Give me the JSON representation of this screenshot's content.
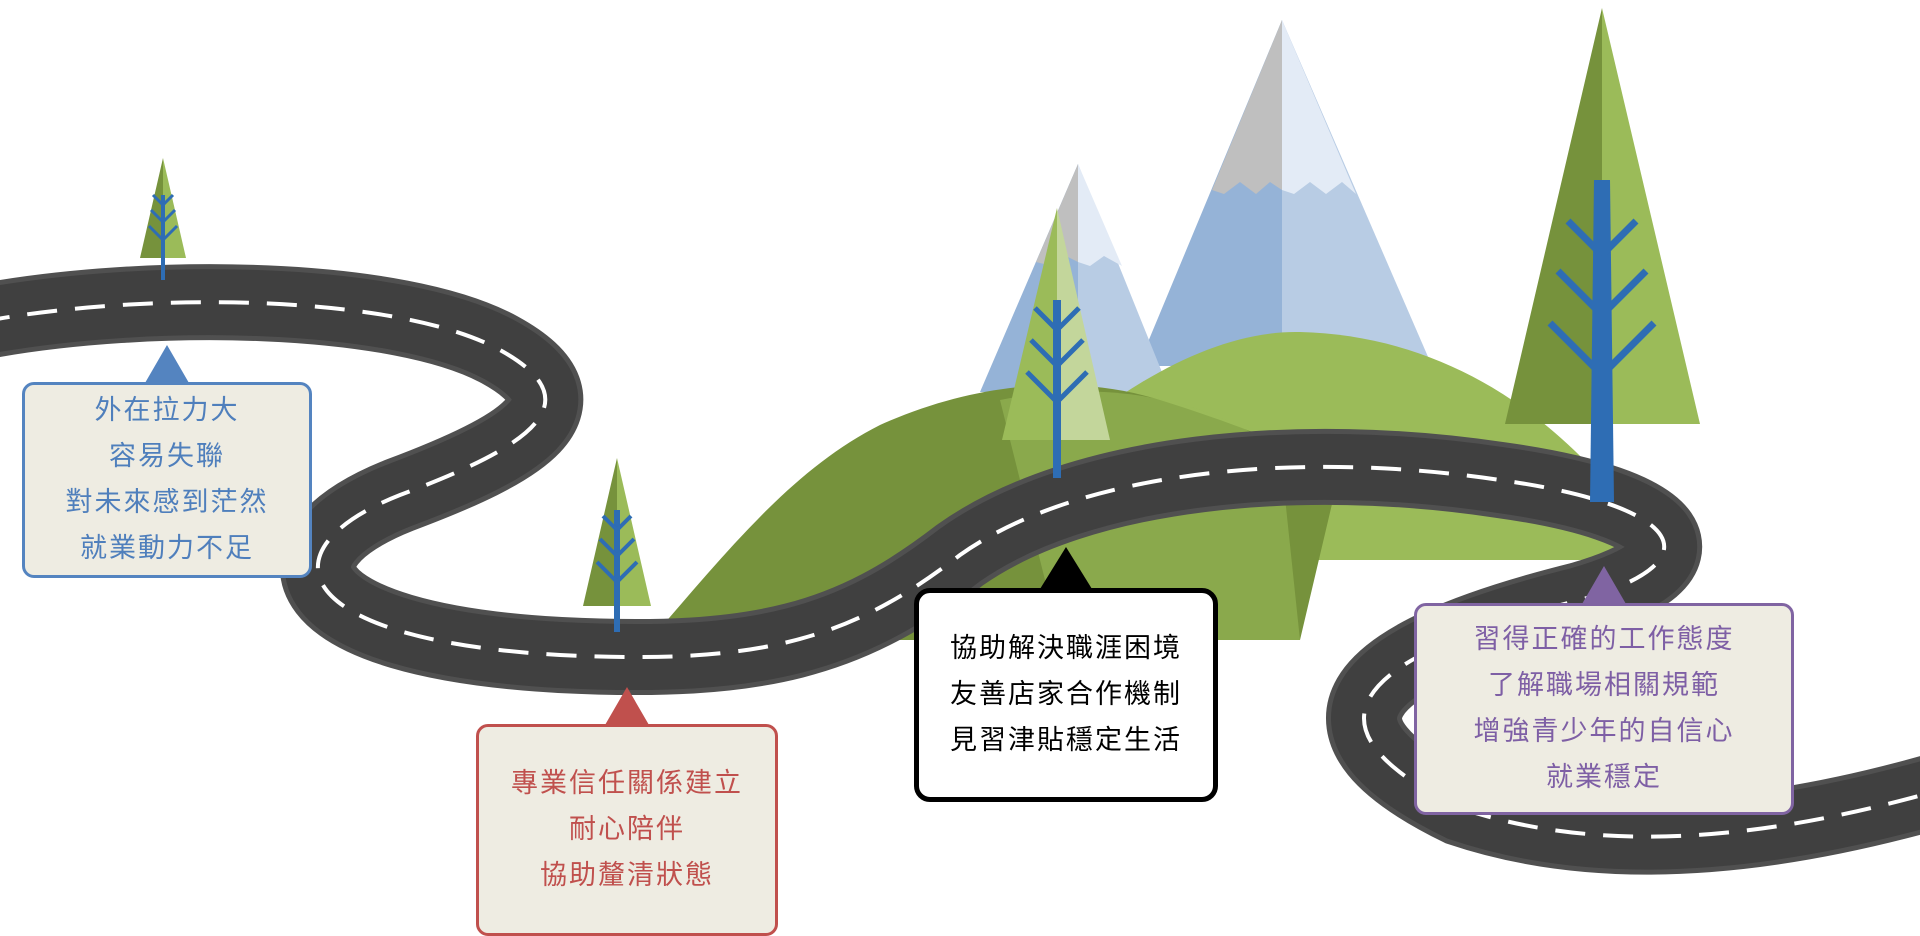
{
  "diagram": {
    "callouts": [
      {
        "lines": [
          "外在拉力大",
          "容易失聯",
          "對未來感到茫然",
          "就業動力不足"
        ],
        "color": "#5484c0"
      },
      {
        "lines": [
          "專業信任關係建立",
          "耐心陪伴",
          "協助釐清狀態"
        ],
        "color": "#c0504d"
      },
      {
        "lines": [
          "協助解決職涯困境",
          "友善店家合作機制",
          "見習津貼穩定生活"
        ],
        "color": "#000000"
      },
      {
        "lines": [
          "習得正確的工作態度",
          "了解職場相關規範",
          "增強青少年的自信心",
          "就業穩定"
        ],
        "color": "#8064a2"
      }
    ]
  },
  "colors": {
    "road": "#404040",
    "road_edge": "#555555",
    "road_marking": "#ffffff",
    "hill_dark": "#76923c",
    "hill_light": "#9bbb59",
    "mountain_blue": "#95b3d7",
    "mountain_light": "#b8cce4",
    "snow": "#dce6f2",
    "rock_gray": "#bfbfbf",
    "tree_light": "#c3d69b",
    "trunk": "#2e6db4"
  }
}
